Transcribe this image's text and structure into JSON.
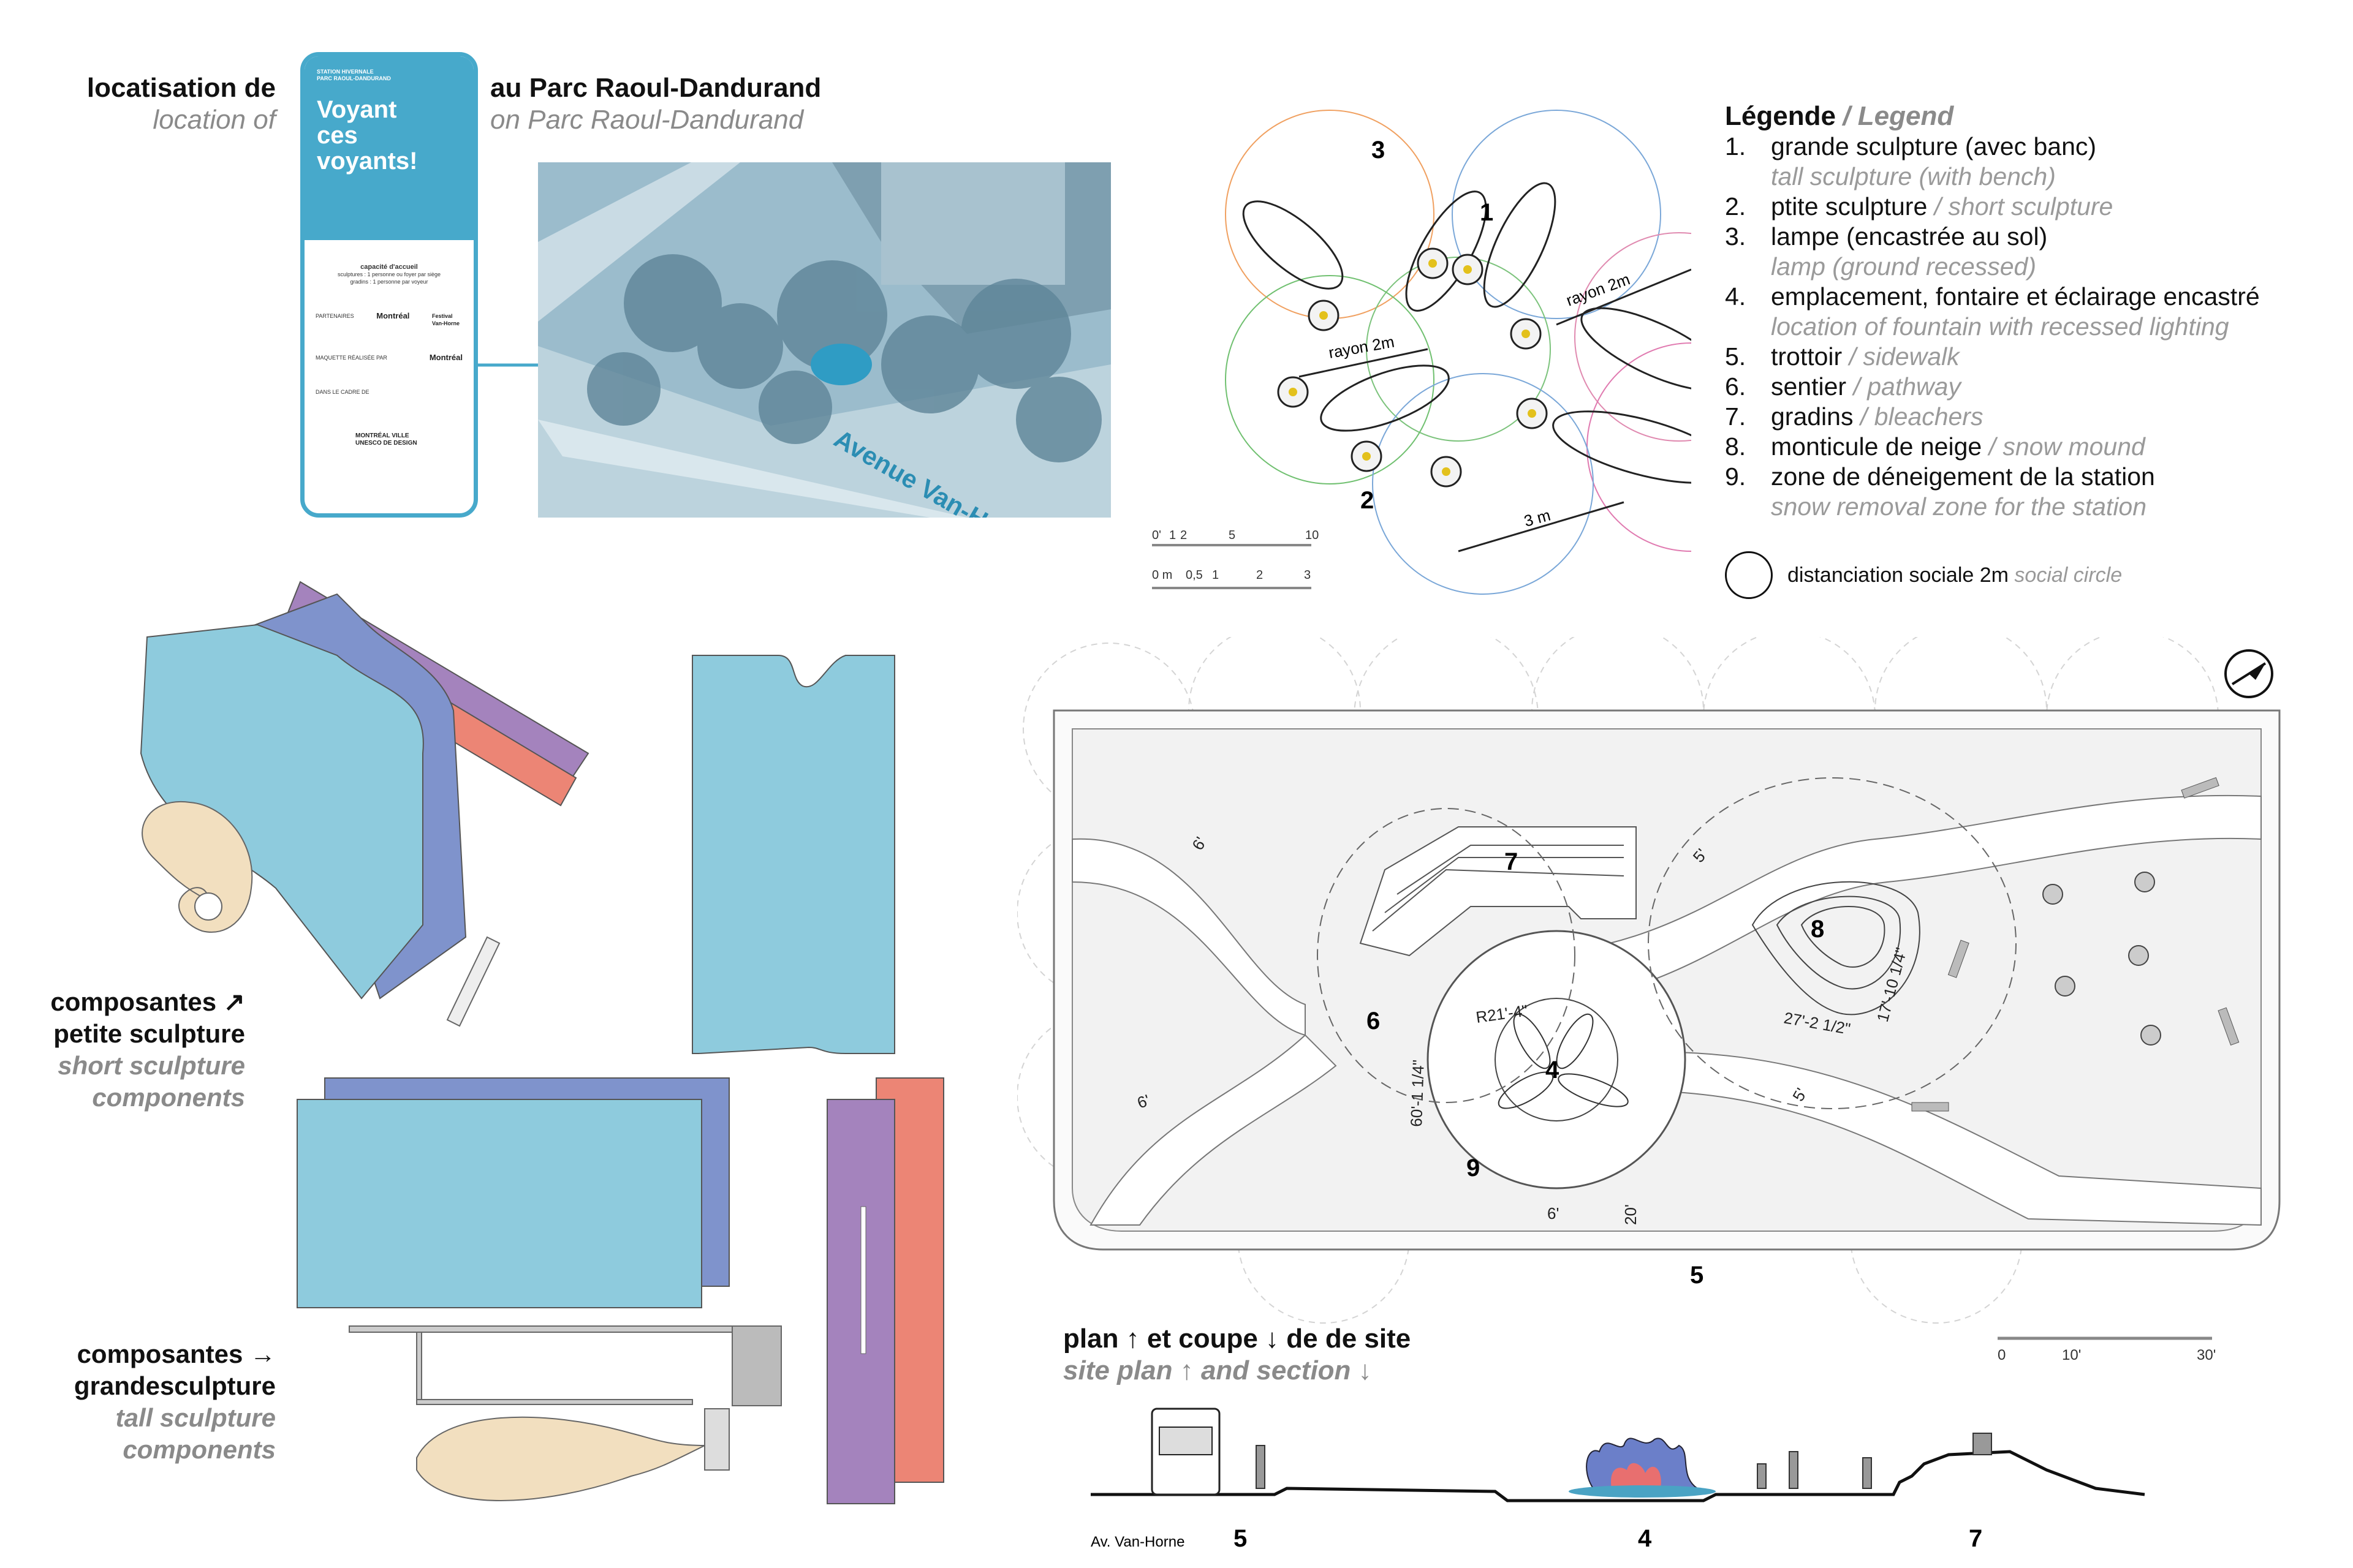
{
  "header": {
    "loc_fr": "locatisation de",
    "loc_en": "location of",
    "park_fr": "au  Parc Raoul-Dandurand",
    "park_en": "on  Parc Raoul-Dandurand"
  },
  "panel": {
    "tag1": "STATION HIVERNALE",
    "tag2": "PARC RAOUL-DANDURAND",
    "title_l1": "Voyant",
    "title_l2": "ces",
    "title_l3": "voyants!",
    "capacity_title": "capacité d'accueil",
    "capacity_l1": "sculptures : 1 personne ou foyer par siège",
    "capacity_l2": "gradins : 1 personne par voyeur",
    "partners": "PARTENAIRES",
    "produced": "MAQUETTE RÉALISÉE PAR",
    "context": "DANS LE CADRE DE",
    "logo1": "Montréal",
    "logo2": "Festival Van-Horne",
    "logo3": "Montréal",
    "footer": "MONTRÉAL VILLE UNESCO DE DESIGN"
  },
  "aerial": {
    "street": "Avenue Van-Horne"
  },
  "legend": {
    "title_fr": "Légende",
    "title_en": "/ Legend",
    "items": [
      {
        "num": "1.",
        "fr": "grande sculpture (avec banc)",
        "en": "tall sculpture (with bench)"
      },
      {
        "num": "2.",
        "fr": "ptite sculpture",
        "en": "/ short sculpture"
      },
      {
        "num": "3.",
        "fr": "lampe (encastrée au sol)",
        "en": "lamp (ground recessed)"
      },
      {
        "num": "4.",
        "fr": "emplacement, fontaire et éclairage encastré",
        "en": "location of fountain with recessed lighting"
      },
      {
        "num": "5.",
        "fr": "trottoir",
        "en": "/ sidewalk"
      },
      {
        "num": "6.",
        "fr": "sentier",
        "en": "/ pathway"
      },
      {
        "num": "7.",
        "fr": "gradins",
        "en": "/ bleachers"
      },
      {
        "num": "8.",
        "fr": "monticule de neige",
        "en": "/ snow mound"
      },
      {
        "num": "9.",
        "fr": "zone de déneigement de la station",
        "en": "snow removal zone for the station"
      }
    ],
    "social_fr": "distanciation sociale 2m",
    "social_en": "social circle"
  },
  "circles_plan": {
    "labels": [
      "3",
      "1",
      "2"
    ],
    "radius1": "rayon 2m",
    "radius2": "rayon 2m",
    "dim": "3 m",
    "scale_ft": [
      "0'",
      "1",
      "2",
      "5",
      "10"
    ],
    "scale_m": [
      "0 m",
      "0,5",
      "1",
      "2",
      "3"
    ]
  },
  "components": {
    "short_fr": "composantes ↗",
    "short_fr2": "petite sculpture",
    "short_en": "short sculpture",
    "short_en2": "components",
    "tall_fr": "composantes →",
    "tall_fr2": "grandesculpture",
    "tall_en": "tall sculpture",
    "tall_en2": "components"
  },
  "site_plan": {
    "labels": [
      "7",
      "8",
      "6",
      "4",
      "9",
      "5"
    ],
    "dims": [
      "6'",
      "5'",
      "6'",
      "5'",
      "R21'-4\"",
      "60'-1 1/4\"",
      "27'-2 1/2\"",
      "17'-10 1/4\"",
      "6'",
      "20'"
    ],
    "scale": [
      "0",
      "10'",
      "30'"
    ]
  },
  "section": {
    "title_fr": "plan ↑   et coupe ↓   de de site",
    "title_en": "site  plan ↑  and  section ↓",
    "street": "Av. Van-Horne",
    "labels": [
      "5",
      "4",
      "7"
    ]
  },
  "colors": {
    "accent_blue": "#47a9cb",
    "panel_cyan": "#8ecbdd",
    "panel_blue": "#7f93cc",
    "panel_purple": "#a483bd",
    "panel_salmon": "#ec8575",
    "plywood": "#f2dfbf"
  }
}
